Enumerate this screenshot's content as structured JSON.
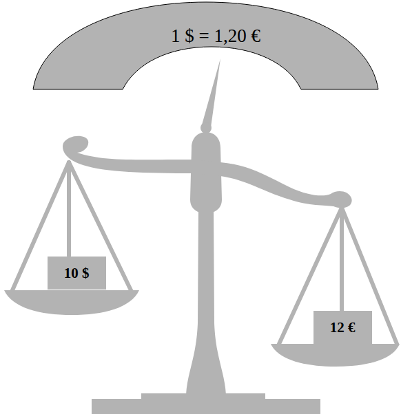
{
  "diagram": {
    "nodes": [
      {
        "text": [
          "1 $ = 1,20 €"
        ]
      },
      {
        "text": [
          "10 $"
        ]
      },
      {
        "text": [
          "12 €"
        ]
      }
    ]
  }
}
